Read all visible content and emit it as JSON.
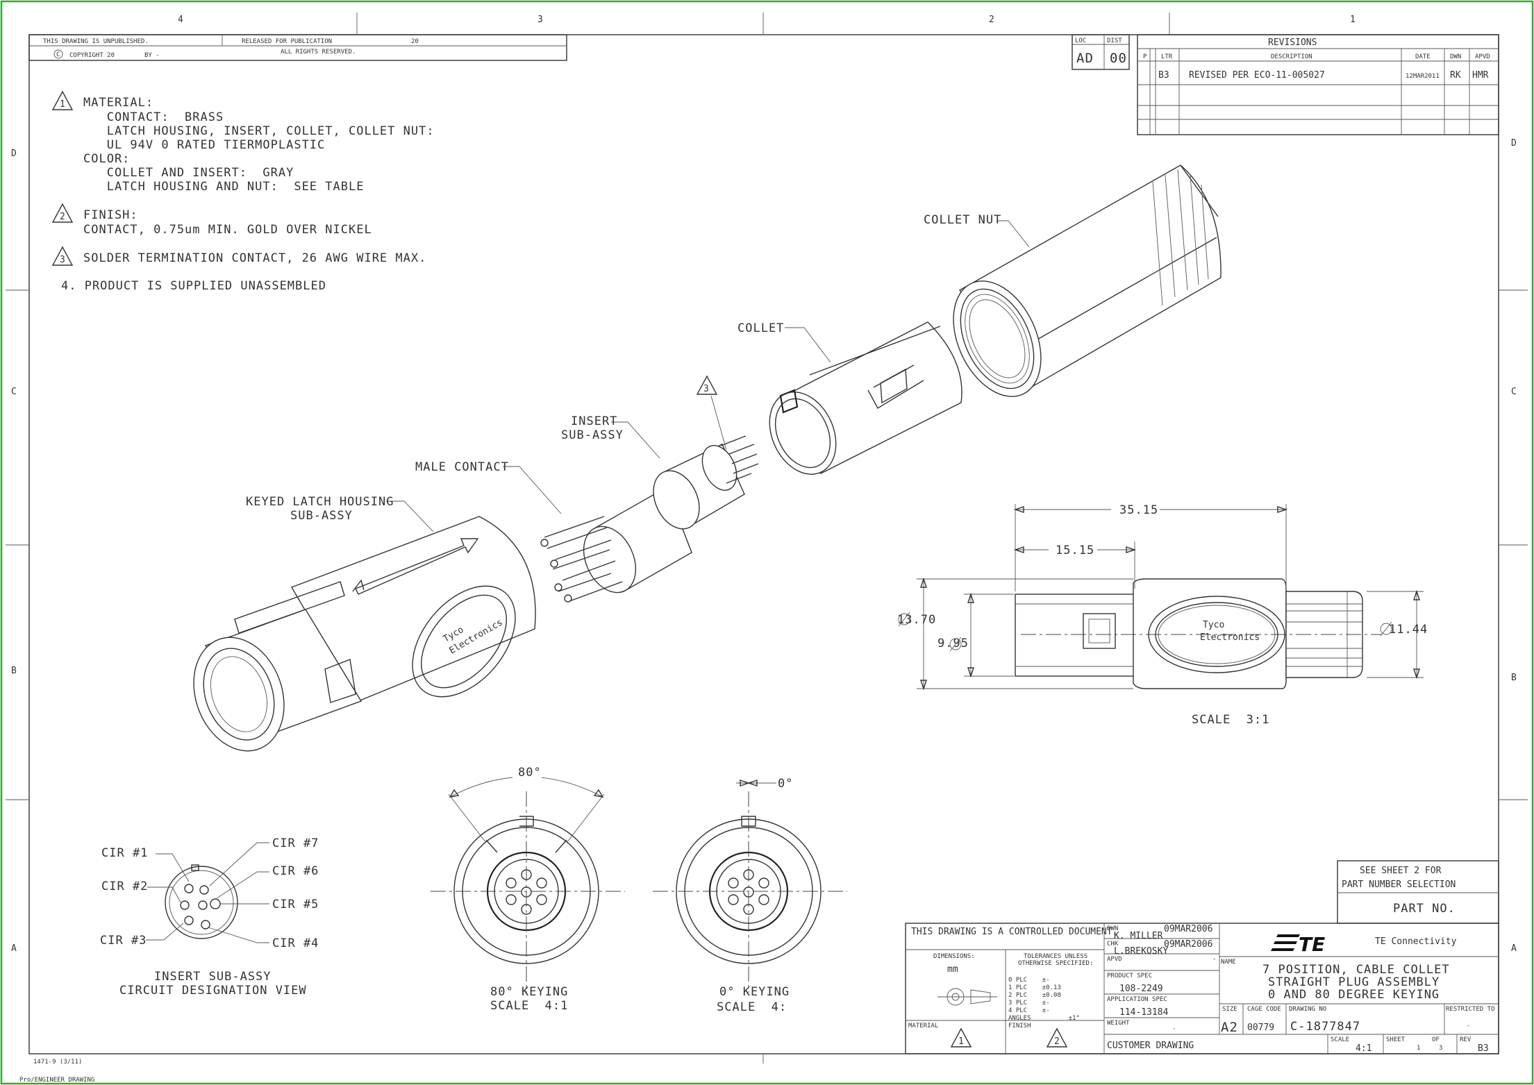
{
  "zones": {
    "cols": [
      "4",
      "3",
      "2",
      "1"
    ],
    "rows": [
      "D",
      "C",
      "B",
      "A"
    ]
  },
  "header": {
    "unpublished": "THIS DRAWING IS UNPUBLISHED.",
    "released": "RELEASED FOR PUBLICATION",
    "released_year": "20",
    "copyright": "COPYRIGHT 20",
    "copyright_symbol": "C",
    "by": "BY -",
    "rights": "ALL RIGHTS RESERVED."
  },
  "loc_block": {
    "loc_label": "LOC",
    "loc_value": "AD",
    "dist_label": "DIST",
    "dist_value": "00"
  },
  "revisions": {
    "title": "REVISIONS",
    "columns": [
      "P",
      "LTR",
      "DESCRIPTION",
      "DATE",
      "DWN",
      "APVD"
    ],
    "rows": [
      {
        "ltr": "B3",
        "description": "REVISED PER ECO-11-005027",
        "date": "12MAR2011",
        "dwn": "RK",
        "apvd": "HMR"
      }
    ]
  },
  "notes": {
    "n1_num": "1",
    "n1": [
      "MATERIAL:",
      "   CONTACT:  BRASS",
      "   LATCH HOUSING, INSERT, COLLET, COLLET NUT:",
      "   UL 94V 0 RATED TIERMOPLASTIC",
      "COLOR:",
      "   COLLET AND INSERT:  GRAY",
      "   LATCH HOUSING AND NUT:  SEE TABLE"
    ],
    "n2_num": "2",
    "n2": [
      "FINISH:",
      "CONTACT, 0.75um MIN. GOLD OVER NICKEL"
    ],
    "n3_num": "3",
    "n3": "SOLDER TERMINATION CONTACT, 26 AWG WIRE MAX.",
    "n4": "4. PRODUCT IS SUPPLIED UNASSEMBLED"
  },
  "callouts": {
    "collet_nut": "COLLET NUT",
    "collet": "COLLET",
    "note3_flag": "3",
    "insert1": "INSERT",
    "insert2": "SUB-ASSY",
    "male_contact": "MALE CONTACT",
    "keyed1": "KEYED LATCH HOUSING",
    "keyed2": "SUB-ASSY",
    "brand1": "Tyco",
    "brand2": "Electronics"
  },
  "side_view": {
    "dim_len": "35.15",
    "dim_short": "15.15",
    "dia_large": "13.70",
    "dia_small": "9.95",
    "dia_nut": "11.44",
    "scale": "SCALE  3:1"
  },
  "circuits": {
    "c1": "CIR #1",
    "c2": "CIR #2",
    "c3": "CIR #3",
    "c4": "CIR #4",
    "c5": "CIR #5",
    "c6": "CIR #6",
    "c7": "CIR #7",
    "title1": "INSERT SUB-ASSY",
    "title2": "CIRCUIT DESIGNATION VIEW"
  },
  "keying80": {
    "angle": "80°",
    "label": "80° KEYING",
    "scale": "SCALE  4:1"
  },
  "keying0": {
    "angle": "0°",
    "label": "0° KEYING",
    "scale": "SCALE  4:"
  },
  "part_no": {
    "see1": "SEE SHEET 2 FOR",
    "see2": "PART NUMBER SELECTION",
    "label": "PART NO."
  },
  "title_block": {
    "controlled": "THIS DRAWING IS A CONTROLLED DOCUMENT.",
    "dimensions": "DIMENSIONS:",
    "units": "mm",
    "tolerances1": "TOLERANCES UNLESS",
    "tolerances2": "OTHERWISE SPECIFIED:",
    "tol_rows": [
      "0 PLC    ±-",
      "1 PLC    ±0.13",
      "2 PLC    ±0.08",
      "3 PLC    ±-",
      "4 PLC    ±-",
      "ANGLES          ±1°"
    ],
    "dwn_label": "DWN",
    "dwn_name": "K. MILLER",
    "dwn_date": "09MAR2006",
    "chk_label": "CHK",
    "chk_name": "L.BREKOSKY",
    "chk_date": "09MAR2006",
    "apvd_label": "APVD",
    "apvd_value": "-",
    "product_spec_label": "PRODUCT SPEC",
    "product_spec": "108-2249",
    "app_spec_label": "APPLICATION SPEC",
    "app_spec": "114-13184",
    "weight_label": "WEIGHT",
    "weight_value": "-",
    "material_label": "MATERIAL",
    "finish_label": "FINISH",
    "material_flag": "1",
    "finish_flag": "2",
    "company": "TE Connectivity",
    "logo": "TE",
    "name_label": "NAME",
    "title_lines": [
      "7 POSITION, CABLE COLLET",
      "STRAIGHT PLUG ASSEMBLY",
      "0 AND 80 DEGREE KEYING"
    ],
    "size_label": "SIZE",
    "size": "A2",
    "cage_label": "CAGE CODE",
    "cage": "00779",
    "dwg_label": "DRAWING NO",
    "dwg": "C-1877847",
    "restricted_label": "RESTRICTED TO",
    "restricted": "-",
    "customer": "CUSTOMER DRAWING",
    "scale_label": "SCALE",
    "scale": "4:1",
    "sheet_label": "SHEET",
    "sheet": "1",
    "of_label": "OF",
    "of": "3",
    "rev_label": "REV",
    "rev": "B3"
  },
  "footer": {
    "form": "1471-9 (3/11)",
    "software": "Pro/ENGINEER DRAWING"
  }
}
